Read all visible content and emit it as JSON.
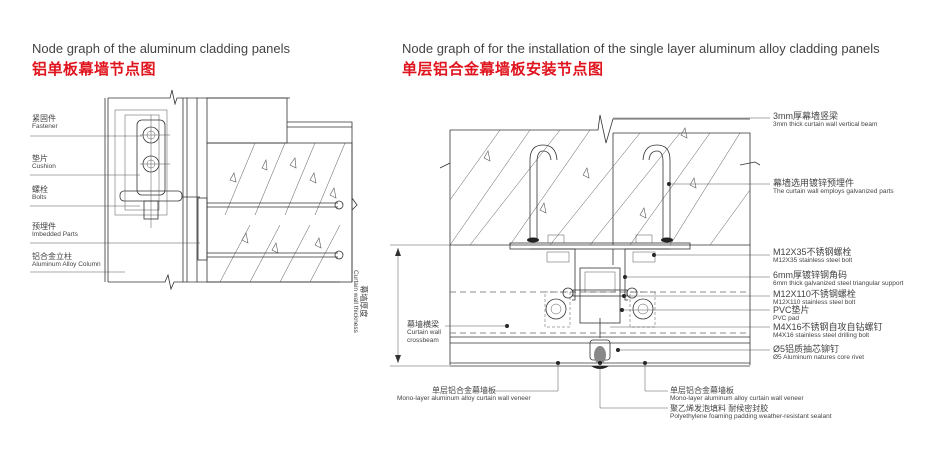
{
  "left_diagram": {
    "title_en": "Node graph of the aluminum cladding panels",
    "title_cn": "铝单板幕墙节点图",
    "labels": [
      {
        "cn": "紧固件",
        "en": "Fastener"
      },
      {
        "cn": "垫片",
        "en": "Cushion"
      },
      {
        "cn": "螺栓",
        "en": "Bolts"
      },
      {
        "cn": "预埋件",
        "en": "Imbedded Parts"
      },
      {
        "cn": "铝合金立柱",
        "en": "Aluminum Alloy Column"
      }
    ]
  },
  "right_diagram": {
    "title_en": "Node graph of for the installation of the single layer aluminum alloy cladding panels",
    "title_cn": "单层铝合金幕墙板安装节点图",
    "right_labels": [
      {
        "cn": "3mm厚幕墙竖梁",
        "en": "3mm thick curtain wall vertical beam"
      },
      {
        "cn": "幕墙选用镀锌预埋件",
        "en": "The curtain wall employs galvanized parts"
      },
      {
        "cn": "M12X35不锈钢螺栓",
        "en": "M12X35 stainless steel bolt"
      },
      {
        "cn": "6mm厚镀锌钢角码",
        "en": "6mm thick galvanized steel triangular support"
      },
      {
        "cn": "M12X110不锈钢螺栓",
        "en": "M12X110 stainless steel bolt"
      },
      {
        "cn": "PVC垫片",
        "en": "PVC pad"
      },
      {
        "cn": "M4X16不锈钢自攻自钻螺钉",
        "en": "M4X16 stainless steel drilling bolt"
      },
      {
        "cn": "Ø5铝质抽芯铆钉",
        "en": "Ø5 Aluminum natures core rivet"
      }
    ],
    "thickness_label": {
      "cn": "幕墙厚度",
      "en": "Curtain wall thickness"
    },
    "crossbeam_label": {
      "cn": "幕墙横梁",
      "en": "Curtain wall crossbeam"
    },
    "bottom_labels": [
      {
        "cn": "单层铝合金幕墙板",
        "en": "Mono-layer aluminum alloy curtain wall veneer"
      },
      {
        "cn": "单层铝合金幕墙板",
        "en": "Mono-layer aluminum alloy curtain wall veneer"
      },
      {
        "cn": "聚乙烯发泡填料  耐候密封胶",
        "en": "Polyethylene foaming padding weather-resistant sealant"
      }
    ]
  }
}
